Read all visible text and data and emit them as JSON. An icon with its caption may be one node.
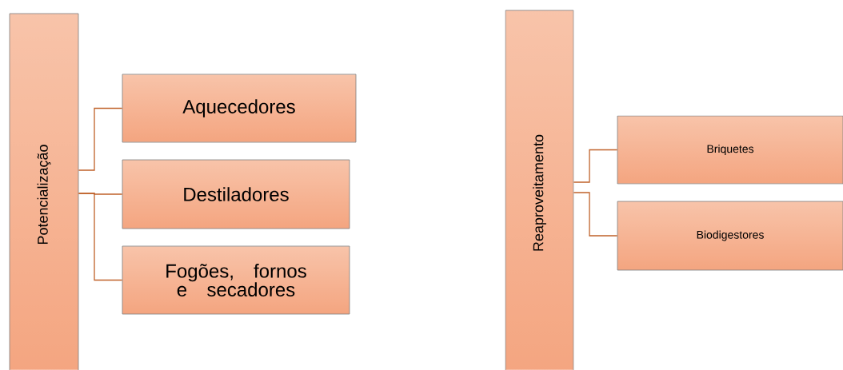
{
  "diagram": {
    "nodes": [
      {
        "text": [
          "Potencialização"
        ]
      },
      {
        "text": [
          "Aquecedores"
        ]
      },
      {
        "text": [
          "Destiladores"
        ]
      },
      {
        "text": [
          "Fogões, fornos e secadores"
        ]
      },
      {
        "text": [
          "Reaproveitamento"
        ]
      },
      {
        "text": [
          "Briquetes"
        ]
      },
      {
        "text": [
          "Biodigestores"
        ]
      }
    ],
    "edges": [
      {
        "from": 0,
        "to": 1,
        "arrow": "none"
      },
      {
        "from": 0,
        "to": 2,
        "arrow": "none"
      },
      {
        "from": 0,
        "to": 3,
        "arrow": "none"
      },
      {
        "from": 4,
        "to": 5,
        "arrow": "none"
      },
      {
        "from": 4,
        "to": 6,
        "arrow": "none"
      }
    ]
  }
}
